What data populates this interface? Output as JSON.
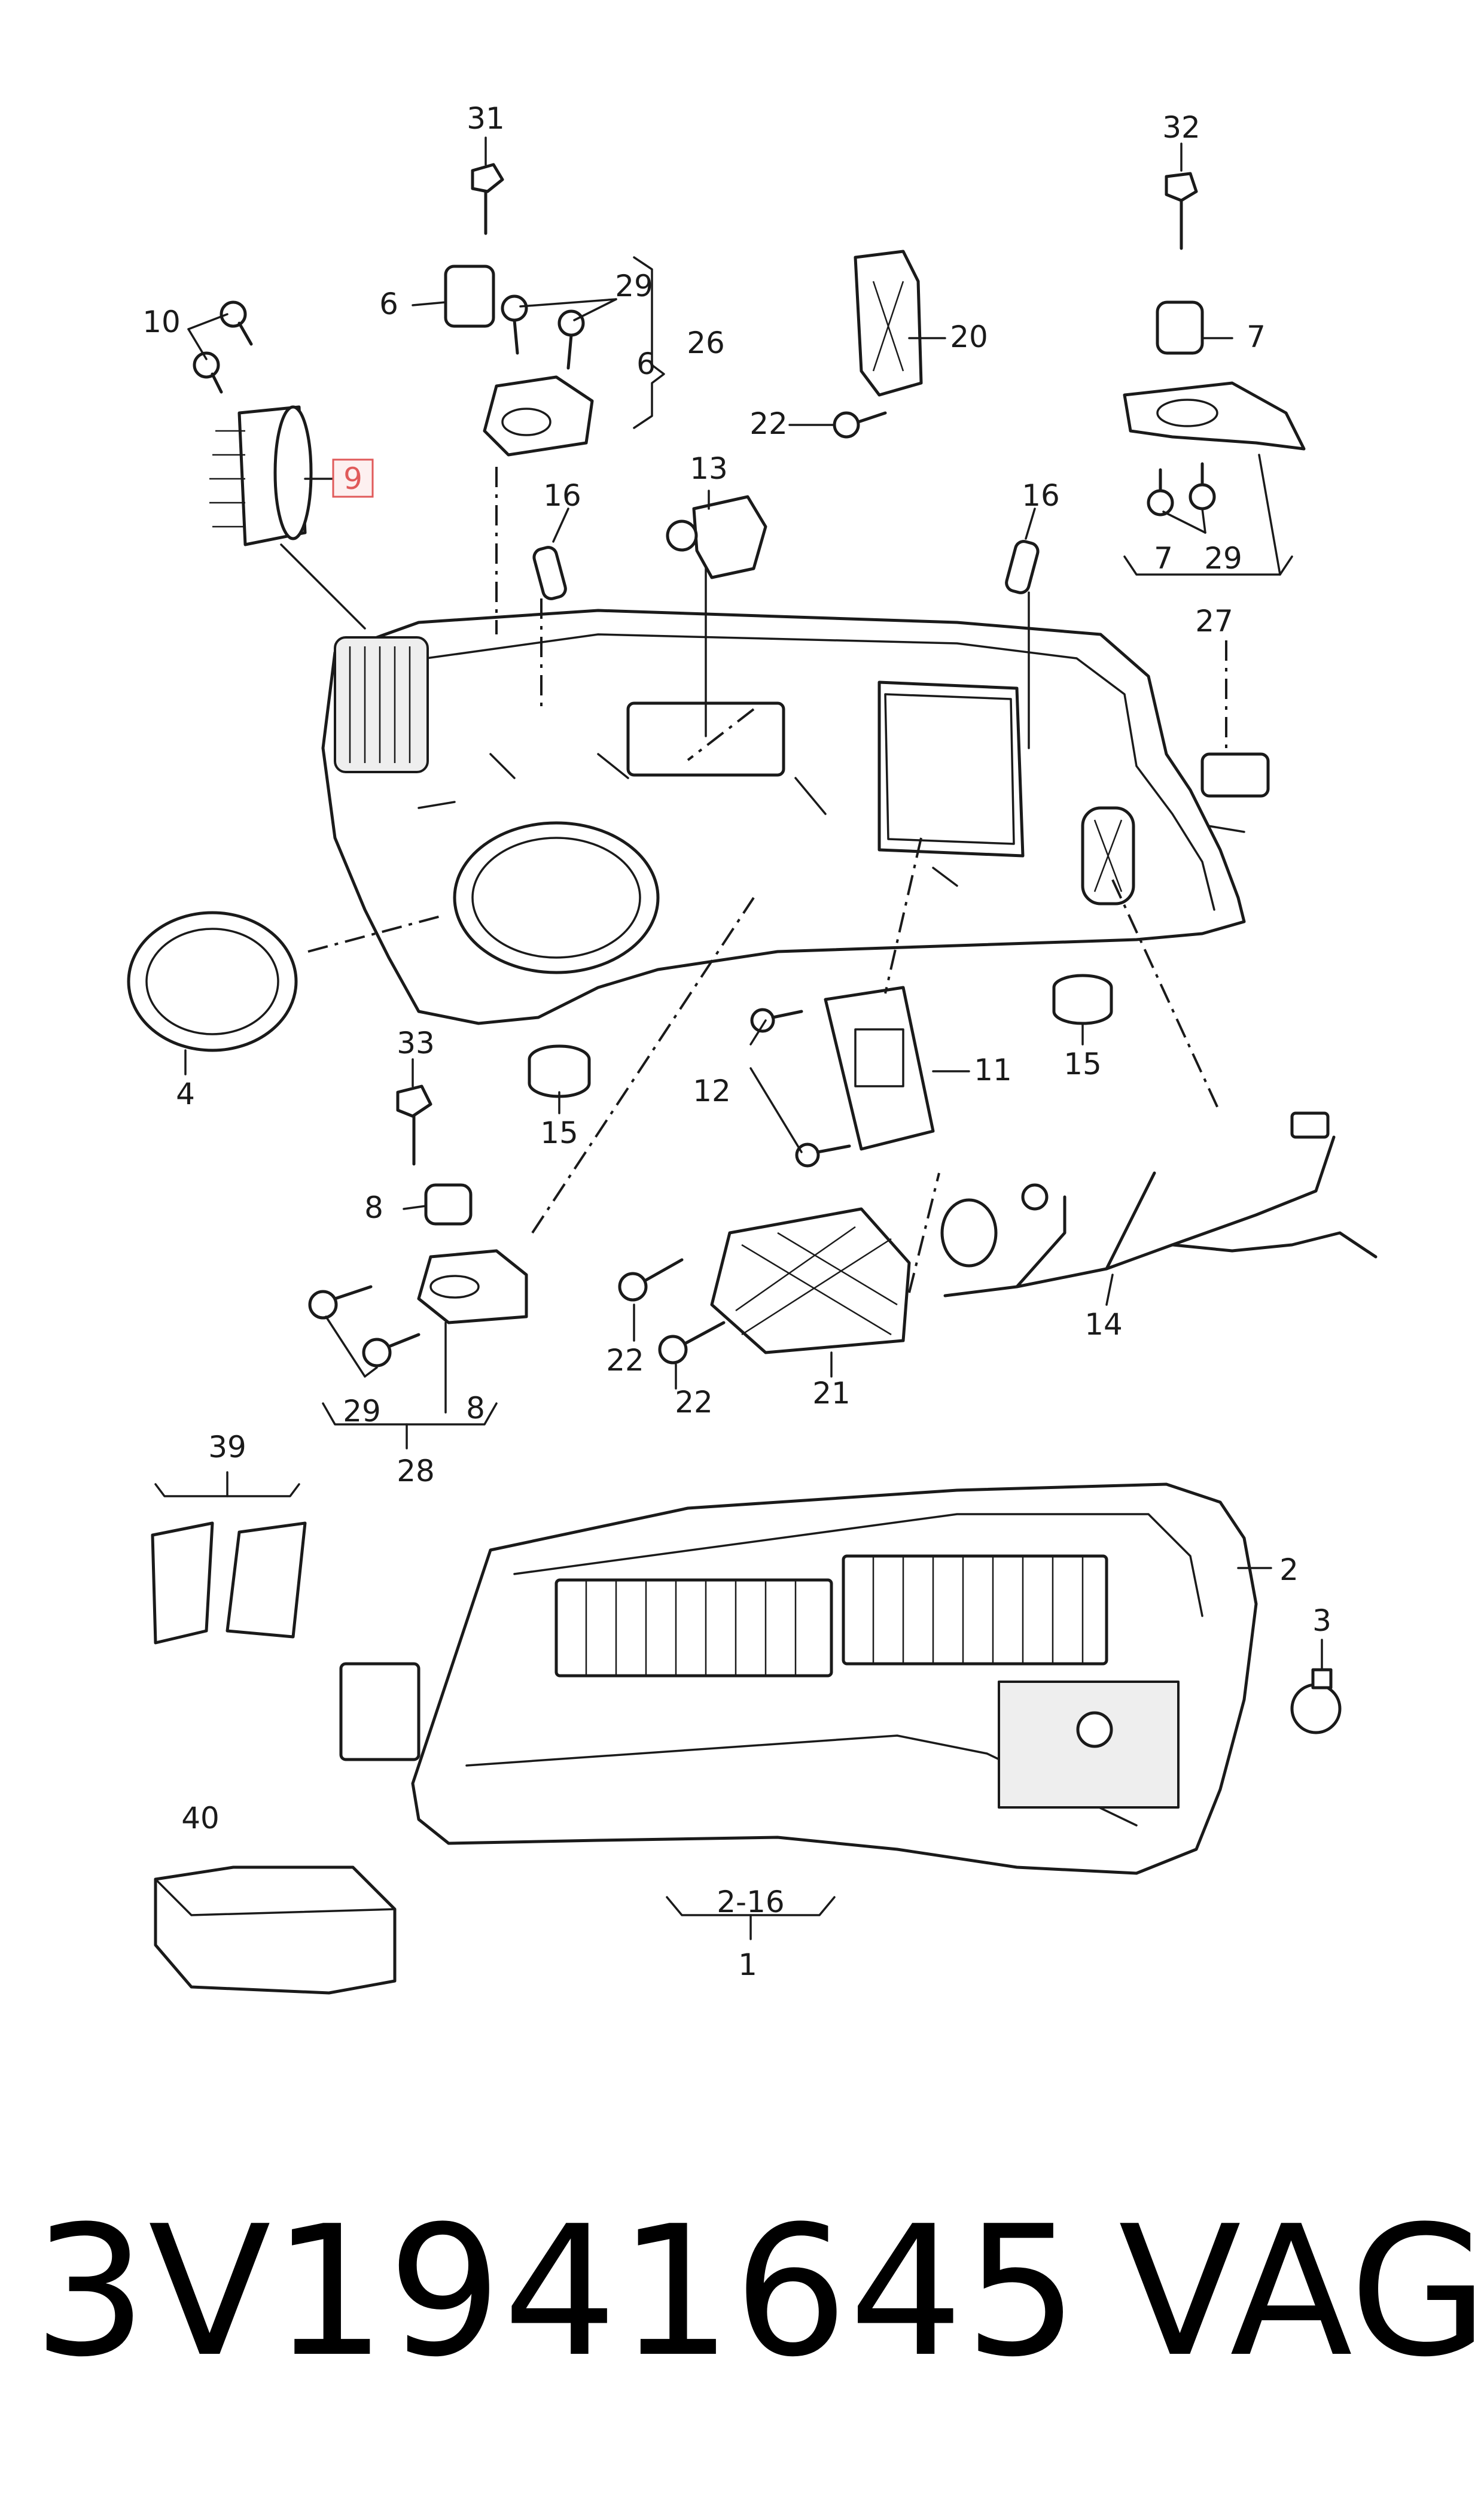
{
  "callouts": {
    "c1": "1",
    "c2": "2",
    "c3": "3",
    "c4": "4",
    "c6": "6",
    "c6b": "6",
    "c7a": "7",
    "c7b": "7",
    "c8a": "8",
    "c8b": "8",
    "c9": "9",
    "c10": "10",
    "c11": "11",
    "c12": "12",
    "c13": "13",
    "c14": "14",
    "c15a": "15",
    "c15b": "15",
    "c16a": "16",
    "c16b": "16",
    "c20": "20",
    "c21": "21",
    "c22a": "22",
    "c22b": "22",
    "c22c": "22",
    "c26": "26",
    "c27": "27",
    "c28": "28",
    "c29a": "29",
    "c29b": "29",
    "c29c": "29",
    "c31": "31",
    "c32": "32",
    "c33": "33",
    "c39": "39",
    "c40": "40",
    "c216": "2-16"
  },
  "highlighted_callout": "9",
  "highlight_color": "#e05a5a",
  "footer": {
    "part_number": "3V1941645",
    "brand": "VAG"
  }
}
